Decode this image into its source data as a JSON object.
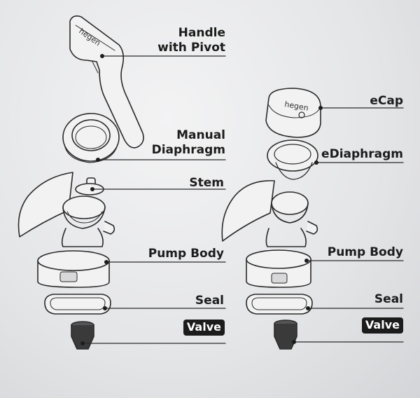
{
  "brand": {
    "handle_text": "hegen",
    "ecap_text": "hegen"
  },
  "left_assembly": {
    "handle_label": [
      "Handle",
      "with Pivot"
    ],
    "diaphragm_label": [
      "Manual",
      "Diaphragm"
    ],
    "stem_label": "Stem",
    "body_label": "Pump Body",
    "seal_label": "Seal",
    "valve_label": "Valve"
  },
  "right_assembly": {
    "ecap_label": "eCap",
    "ediaphragm_label": "eDiaphragm",
    "body_label": "Pump Body",
    "seal_label": "Seal",
    "valve_label": "Valve"
  },
  "colors": {
    "background": "#e6e7e9",
    "ink": "#1c1c1c",
    "badge": "#1c1c1c"
  }
}
